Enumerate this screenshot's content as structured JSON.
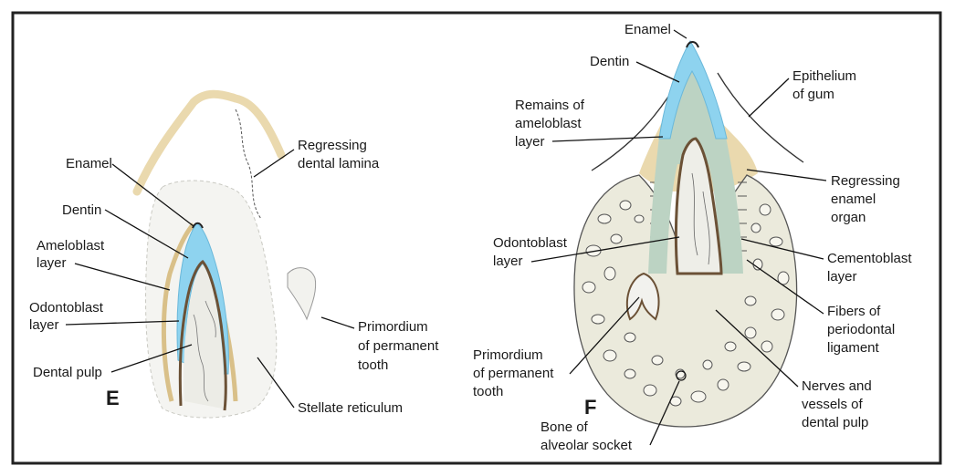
{
  "colors": {
    "enamel": "#8ed3ef",
    "dentin": "#bcd3c3",
    "pulp": "#eef0ea",
    "tan_epithelium": "#ead9ae",
    "outline": "#6b5136",
    "bone_fill": "#ebeadc",
    "frame": "#222222"
  },
  "panel_e": {
    "letter": "E",
    "labels": {
      "enamel": "Enamel",
      "dentin": "Dentin",
      "ameloblast_1": "Ameloblast",
      "ameloblast_2": "layer",
      "odontoblast_1": "Odontoblast",
      "odontoblast_2": "layer",
      "dental_pulp": "Dental pulp",
      "regressing_1": "Regressing",
      "regressing_2": "dental lamina",
      "primordium_1": "Primordium",
      "primordium_2": "of permanent",
      "primordium_3": "tooth",
      "stellate": "Stellate reticulum"
    }
  },
  "panel_f": {
    "letter": "F",
    "labels": {
      "enamel": "Enamel",
      "dentin": "Dentin",
      "remains_1": "Remains of",
      "remains_2": "ameloblast",
      "remains_3": "layer",
      "epithelium_1": "Epithelium",
      "epithelium_2": "of gum",
      "regressing_1": "Regressing",
      "regressing_2": "enamel",
      "regressing_3": "organ",
      "odontoblast_1": "Odontoblast",
      "odontoblast_2": "layer",
      "cementoblast_1": "Cementoblast",
      "cementoblast_2": "layer",
      "fibers_1": "Fibers of",
      "fibers_2": "periodontal",
      "fibers_3": "ligament",
      "primordium_1": "Primordium",
      "primordium_2": "of permanent",
      "primordium_3": "tooth",
      "nerves_1": "Nerves and",
      "nerves_2": "vessels of",
      "nerves_3": "dental pulp",
      "bone_1": "Bone of",
      "bone_2": "alveolar socket"
    }
  }
}
